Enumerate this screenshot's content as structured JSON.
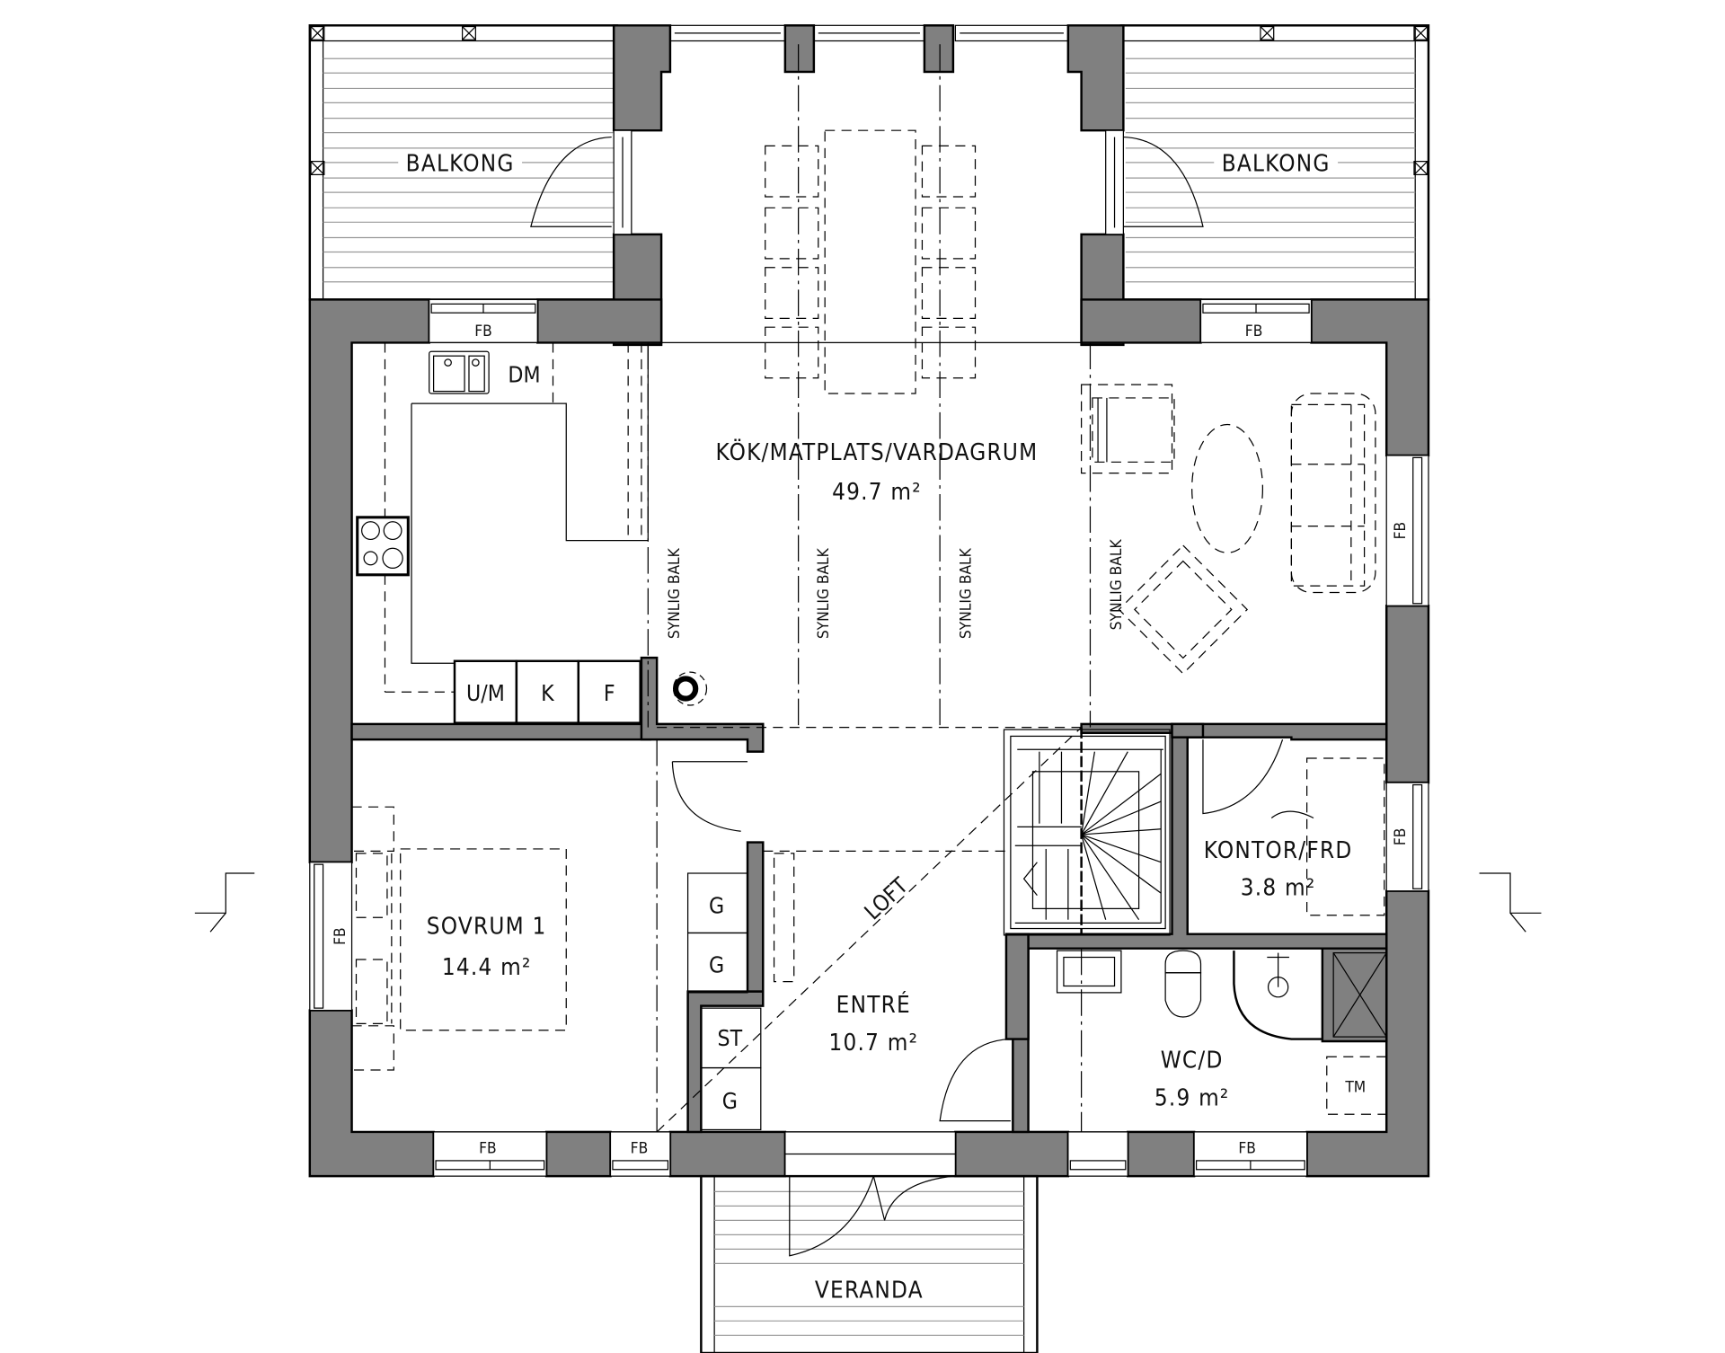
{
  "rooms": {
    "balkong_left": {
      "name": "BALKONG"
    },
    "balkong_right": {
      "name": "BALKONG"
    },
    "kitchen_living": {
      "name": "KÖK/MATPLATS/VARDAGRUM",
      "area": "49.7 m²"
    },
    "sovrum1": {
      "name": "SOVRUM 1",
      "area": "14.4 m²"
    },
    "entre": {
      "name": "ENTRÉ",
      "area": "10.7 m²"
    },
    "kontor": {
      "name": "KONTOR/FRD",
      "area": "3.8 m²"
    },
    "wcd": {
      "name": "WC/D",
      "area": "5.9 m²"
    },
    "veranda": {
      "name": "VERANDA"
    }
  },
  "annotations": {
    "window": "FB",
    "beam": "SYNLIG BALK",
    "loft": "LOFT",
    "dishwasher": "DM",
    "oven_micro": "U/M",
    "fridge": "K",
    "freezer": "F",
    "wardrobe": "G",
    "cleaning_closet": "ST",
    "laundry": "TM"
  },
  "colors": {
    "wall": "#808080",
    "line": "#000000",
    "deck": "#999999"
  }
}
